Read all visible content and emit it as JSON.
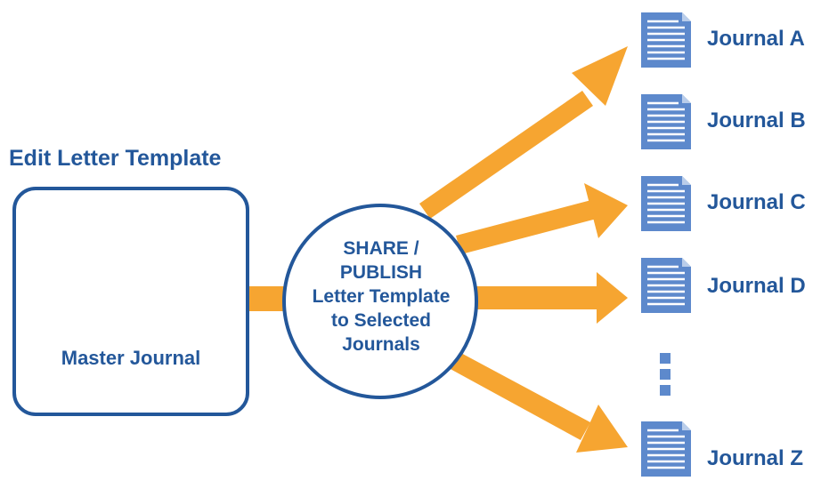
{
  "heading": "Edit Letter Template",
  "master": {
    "label": "Master Journal",
    "icons": [
      "document-icon",
      "pencil-icon"
    ]
  },
  "hub": {
    "lines": [
      "SHARE /",
      "PUBLISH",
      "Letter Template",
      "to Selected",
      "Journals"
    ]
  },
  "journals": [
    {
      "label": "Journal A"
    },
    {
      "label": "Journal B"
    },
    {
      "label": "Journal C"
    },
    {
      "label": "Journal D"
    },
    {
      "label": "Journal Z"
    }
  ],
  "colors": {
    "primary_blue": "#23579a",
    "document_blue": "#5d89cc",
    "arrow_orange": "#f6a531"
  }
}
